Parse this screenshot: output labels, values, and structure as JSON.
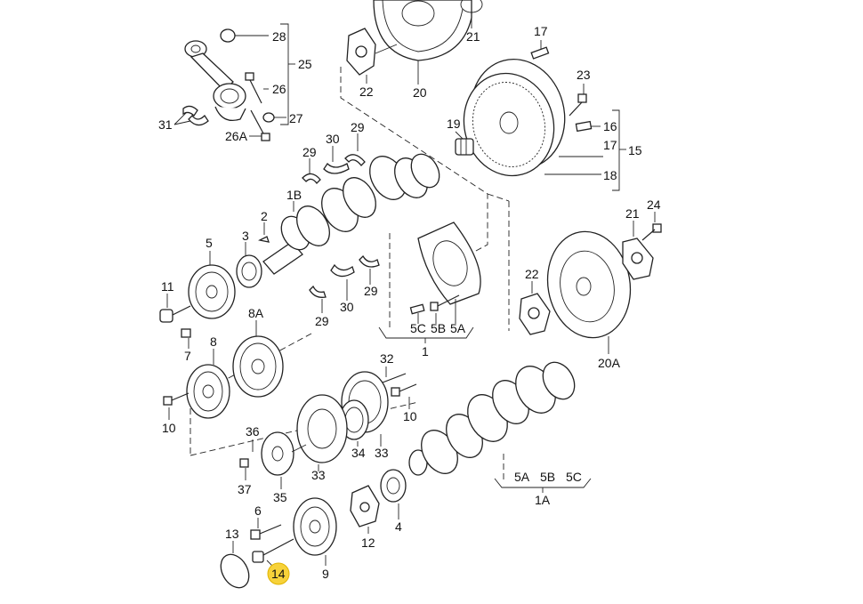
{
  "diagram": {
    "highlight_color": "#f7d23a",
    "labels": {
      "l28": "28",
      "l25": "25",
      "l26": "26",
      "l27": "27",
      "l31": "31",
      "l26A": "26A",
      "l22a": "22",
      "l20": "20",
      "l21a": "21",
      "l17a": "17",
      "l23": "23",
      "l16": "16",
      "l17b": "17",
      "l15": "15",
      "l18": "18",
      "l19": "19",
      "l29a": "29",
      "l30a": "30",
      "l29b": "29",
      "l1B": "1B",
      "l2": "2",
      "l3": "3",
      "l5": "5",
      "l11": "11",
      "l8A": "8A",
      "l7": "7",
      "l8": "8",
      "l29c": "29",
      "l30b": "30",
      "l29d": "29",
      "l5C": "5C",
      "l5B": "5B",
      "l5A": "5A",
      "l1": "1",
      "l21b": "21",
      "l24": "24",
      "l22b": "22",
      "l20A": "20A",
      "l32": "32",
      "l10a": "10",
      "l10b": "10",
      "l36": "36",
      "l37": "37",
      "l35": "35",
      "l33a": "33",
      "l34": "34",
      "l33b": "33",
      "l5A2": "5A",
      "l5B2": "5B",
      "l5C2": "5C",
      "l1A": "1A",
      "l6": "6",
      "l13": "13",
      "l14": "14",
      "l9": "9",
      "l12": "12",
      "l4": "4"
    }
  }
}
